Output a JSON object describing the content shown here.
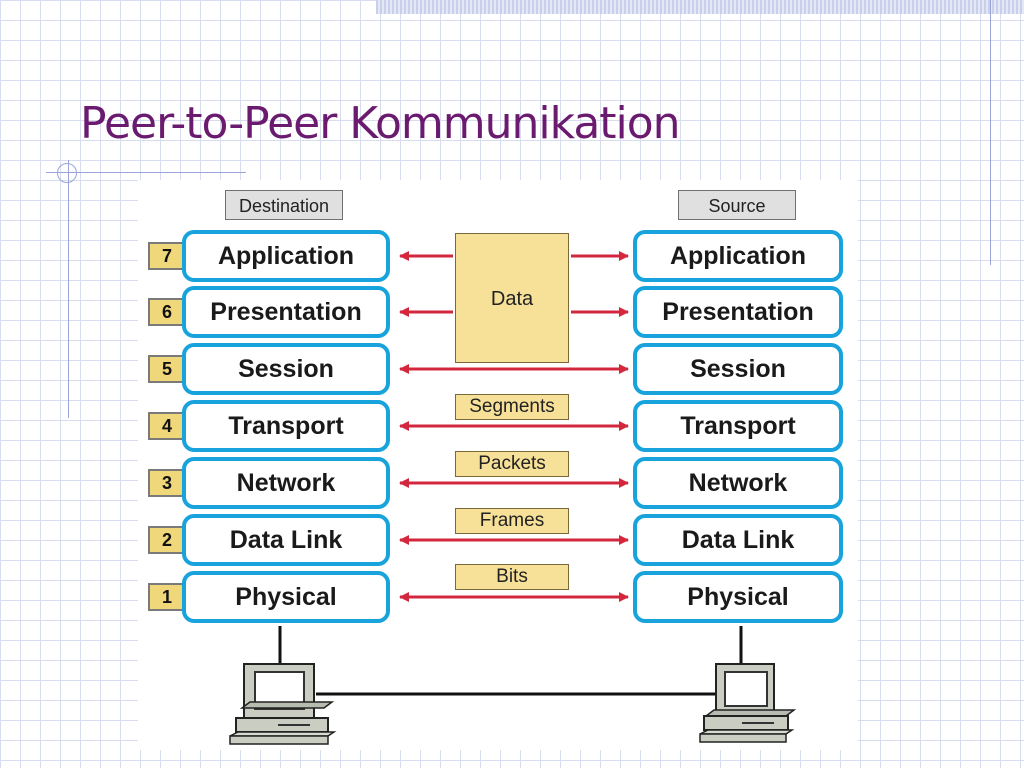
{
  "title": "Peer-to-Peer Kommunikation",
  "diagram": {
    "destination_label": "Destination",
    "source_label": "Source",
    "layers": [
      {
        "number": "7",
        "name": "Application"
      },
      {
        "number": "6",
        "name": "Presentation"
      },
      {
        "number": "5",
        "name": "Session"
      },
      {
        "number": "4",
        "name": "Transport"
      },
      {
        "number": "3",
        "name": "Network"
      },
      {
        "number": "2",
        "name": "Data Link"
      },
      {
        "number": "1",
        "name": "Physical"
      }
    ],
    "pdus": {
      "data": "Data",
      "segments": "Segments",
      "packets": "Packets",
      "frames": "Frames",
      "bits": "Bits"
    }
  },
  "colors": {
    "title": "#6a1a6f",
    "layer_border": "#19a3dc",
    "arrow": "#d3273e",
    "pdu_fill": "#f7e198",
    "number_fill": "#f0d77a"
  },
  "icons": [
    "computer-icon-destination",
    "computer-icon-source"
  ]
}
